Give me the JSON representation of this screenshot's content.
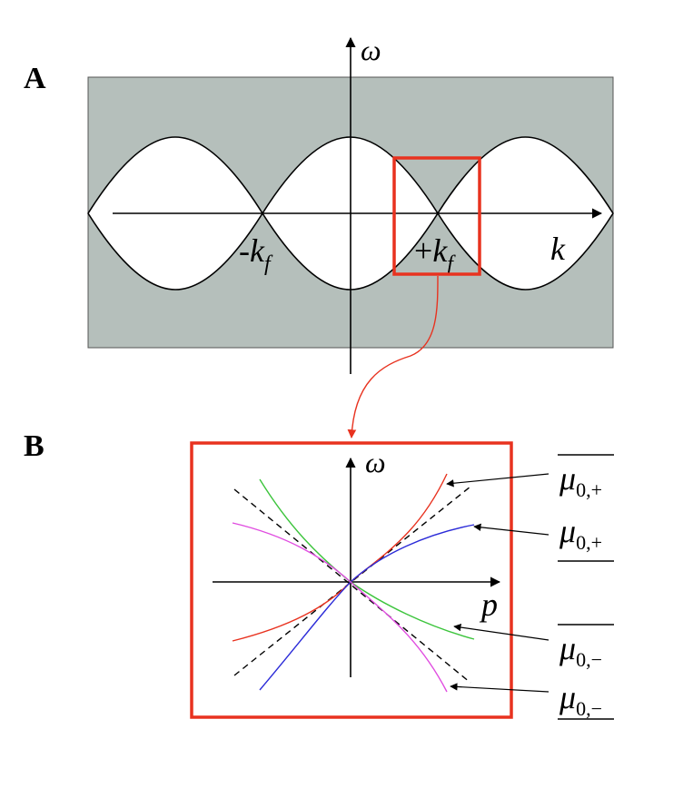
{
  "panel_a": {
    "label": "A",
    "axis_y_label": "ω",
    "axis_x_label": "k",
    "marker_left": {
      "sign": "-",
      "base": "k",
      "sub": "f"
    },
    "marker_right": {
      "sign": "+",
      "base": "k",
      "sub": "f"
    },
    "colors": {
      "background": "#b5bfbb",
      "highlight": "#e8321f",
      "curve": "#000000"
    }
  },
  "panel_b": {
    "label": "B",
    "axis_y_label": "ω",
    "axis_x_label": "p",
    "curves": [
      {
        "id": "mu0p-bar",
        "base": "μ",
        "sub": "0,+",
        "overline": true,
        "underline": false,
        "color": "#e8321f"
      },
      {
        "id": "mu0p",
        "base": "μ",
        "sub": "0,+",
        "overline": false,
        "underline": true,
        "color": "#2b2bd8"
      },
      {
        "id": "mu0m-bar",
        "base": "μ",
        "sub": "0,−",
        "overline": true,
        "underline": false,
        "color": "#3cc43c"
      },
      {
        "id": "mu0m",
        "base": "μ",
        "sub": "0,−",
        "overline": false,
        "underline": true,
        "color": "#e04ce0"
      }
    ],
    "colors": {
      "frame": "#e8321f",
      "asymptote": "#000000"
    }
  }
}
